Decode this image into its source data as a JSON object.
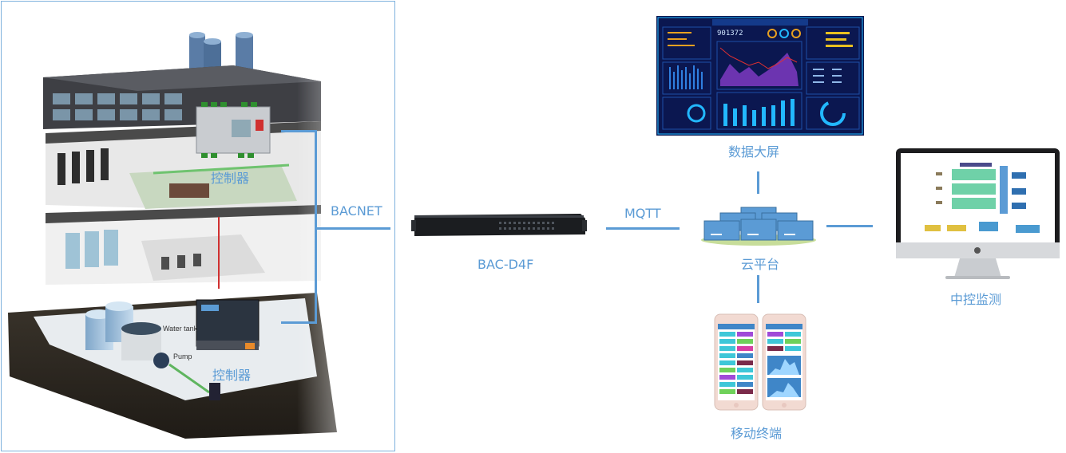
{
  "labels": {
    "controller_top": "控制器",
    "controller_bottom": "控制器",
    "bacnet": "BACNET",
    "gateway": "BAC-D4F",
    "mqtt": "MQTT",
    "cloud": "云平台",
    "big_screen": "数据大屏",
    "central_monitor": "中控监测",
    "mobile": "移动终端",
    "water_tank": "Water tank",
    "pump": "Pump",
    "dashboard_number": "901372"
  },
  "colors": {
    "connector": "#5b9bd5",
    "dashboard_bg": "#0b1750",
    "dashboard_accent": "#22b8ff"
  }
}
